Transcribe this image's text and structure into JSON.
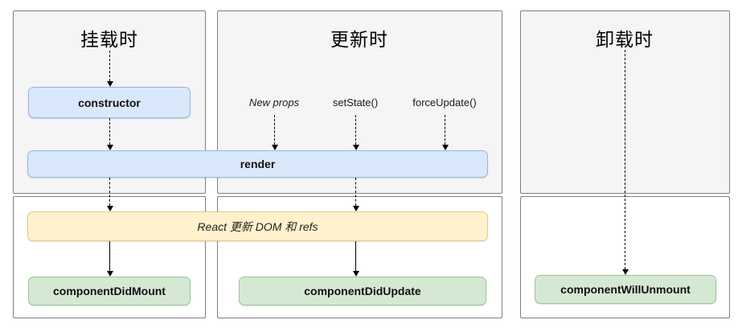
{
  "panels": [
    {
      "title": "挂载时"
    },
    {
      "title": "更新时"
    },
    {
      "title": "卸载时"
    }
  ],
  "nodes": {
    "constructor": "constructor",
    "render": "render",
    "react_update_dom": "React 更新 DOM 和 refs",
    "component_did_mount": "componentDidMount",
    "component_did_update": "componentDidUpdate",
    "component_will_unmount": "componentWillUnmount"
  },
  "update_triggers": {
    "new_props": "New props",
    "set_state": "setState()",
    "force_update": "forceUpdate()"
  },
  "colors": {
    "lifecycle_box_fill": "#dae8fc",
    "lifecycle_box_border": "#99b3dc",
    "dom_update_box_fill": "#fff2cc",
    "dom_update_box_border": "#e2c985",
    "commit_box_fill": "#d5e8d4",
    "commit_box_border": "#9dc497",
    "phase_panel_fill": "#f5f5f5",
    "phase_panel_border": "#7f7f7f"
  }
}
